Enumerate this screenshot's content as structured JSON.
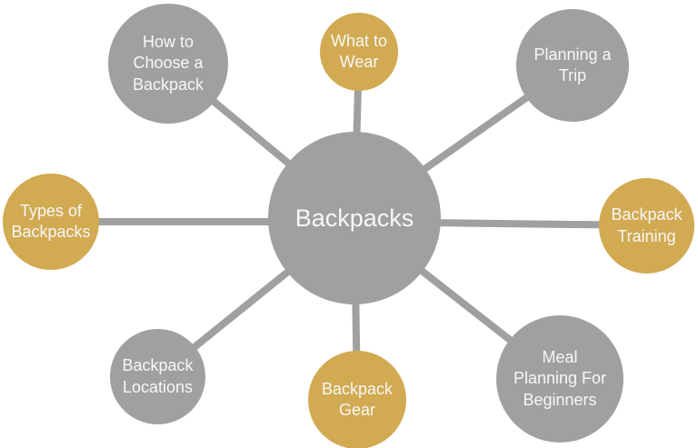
{
  "palette": {
    "gray": "#A0A0A0",
    "gold": "#D1AA52",
    "text": "#F7F7F7",
    "background": "#FFFFFF"
  },
  "diagram": {
    "type": "mind-map",
    "center": {
      "label": "Backpacks",
      "color": "gray"
    },
    "nodes": [
      {
        "label": "How to\nChoose a\nBackpack",
        "color": "gray",
        "position": "top-left"
      },
      {
        "label": "What to\nWear",
        "color": "gold",
        "position": "top"
      },
      {
        "label": "Planning a\nTrip",
        "color": "gray",
        "position": "top-right"
      },
      {
        "label": "Backpack\nTraining",
        "color": "gold",
        "position": "right"
      },
      {
        "label": "Meal\nPlanning For\nBeginners",
        "color": "gray",
        "position": "bottom-right"
      },
      {
        "label": "Backpack\nGear",
        "color": "gold",
        "position": "bottom"
      },
      {
        "label": "Backpack\nLocations",
        "color": "gray",
        "position": "bottom-left"
      },
      {
        "label": "Types of\nBackpacks",
        "color": "gold",
        "position": "left"
      }
    ]
  }
}
